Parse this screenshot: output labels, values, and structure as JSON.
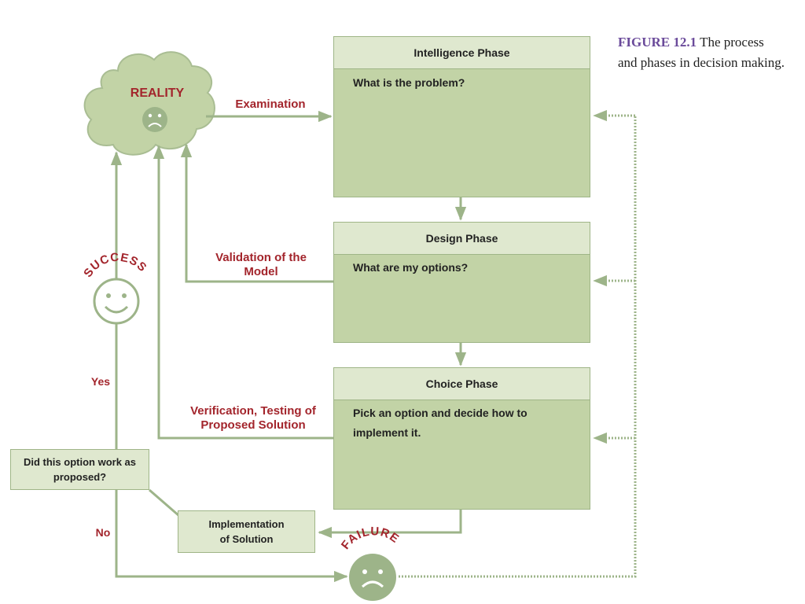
{
  "caption": {
    "figure_label": "FIGURE 12.1",
    "line1": "The process",
    "line2": "and phases in decision making."
  },
  "reality": {
    "label": "REALITY"
  },
  "phases": [
    {
      "title": "Intelligence Phase",
      "question": "What is the problem?"
    },
    {
      "title": "Design Phase",
      "question": "What are my options?"
    },
    {
      "title": "Choice Phase",
      "question": "Pick an option and decide how to implement it."
    }
  ],
  "labels": {
    "examination": "Examination",
    "validation": "Validation of the Model",
    "verification": "Verification, Testing of Proposed Solution",
    "yes": "Yes",
    "no": "No",
    "success": "SUCCESS",
    "failure": "FAILURE"
  },
  "boxes": {
    "question": "Did this option work as proposed?",
    "implementation": "Implementation of Solution"
  },
  "colors": {
    "line": "#9db489",
    "box_fill": "#c2d3a6",
    "header_fill": "#dfe8cf",
    "label_red": "#a3252c",
    "caption_purple": "#6a4a9a"
  }
}
